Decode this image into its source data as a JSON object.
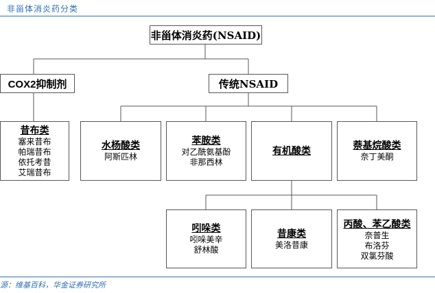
{
  "header": {
    "title": "非甾体消炎药分类"
  },
  "root": {
    "label": "非甾体消炎药(NSAID)"
  },
  "level1": {
    "cox2": {
      "label": "COX2抑制剂"
    },
    "traditional": {
      "label": "传统NSAID"
    }
  },
  "categories": {
    "coxib": {
      "title": "昔布类",
      "items": [
        "塞来昔布",
        "帕瑞昔布",
        "依托考昔",
        "艾瑞昔布"
      ]
    },
    "salicylate": {
      "title": "水杨酸类",
      "items": [
        "阿斯匹林"
      ]
    },
    "aniline": {
      "title": "苯胺类",
      "items": [
        "对乙酰氨基酚",
        "非那西林"
      ]
    },
    "organic_acid": {
      "title": "有机酸类",
      "items": []
    },
    "naphthylalkanone": {
      "title": "萘基烷酸类",
      "items": [
        "奈丁美酮"
      ]
    },
    "indole": {
      "title": "吲哚类",
      "items": [
        "吲哚美辛",
        "舒林酸"
      ]
    },
    "oxicam": {
      "title": "昔康类",
      "items": [
        "美洛昔康"
      ]
    },
    "propionic": {
      "title": "丙酸、苯乙酸类",
      "items": [
        "奈普生",
        "布洛芬",
        "双氯芬酸"
      ]
    }
  },
  "footer": {
    "source": "源：维基百科，华金证券研究所"
  }
}
